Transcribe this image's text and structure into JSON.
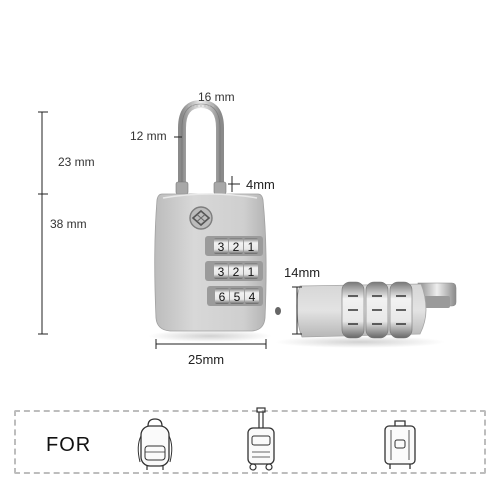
{
  "dimensions": {
    "shackle_width": "16 mm",
    "shackle_inner_width": "12 mm",
    "shackle_height": "23 mm",
    "body_height": "38 mm",
    "shackle_thickness": "4mm",
    "body_width": "25mm",
    "body_depth": "14mm"
  },
  "dials": {
    "row1": [
      "3",
      "2",
      "1"
    ],
    "row2": [
      "3",
      "2",
      "1"
    ],
    "row3": [
      "6",
      "5",
      "4"
    ]
  },
  "usage": {
    "label": "FOR",
    "items": [
      {
        "icon": "backpack-icon"
      },
      {
        "icon": "trolley-bag-icon"
      },
      {
        "icon": "suitcase-icon"
      }
    ]
  },
  "colors": {
    "lock_body": "#c9c9c9",
    "shackle": "#b5b5b5",
    "dimension_lines": "#222222",
    "background": "#ffffff"
  }
}
